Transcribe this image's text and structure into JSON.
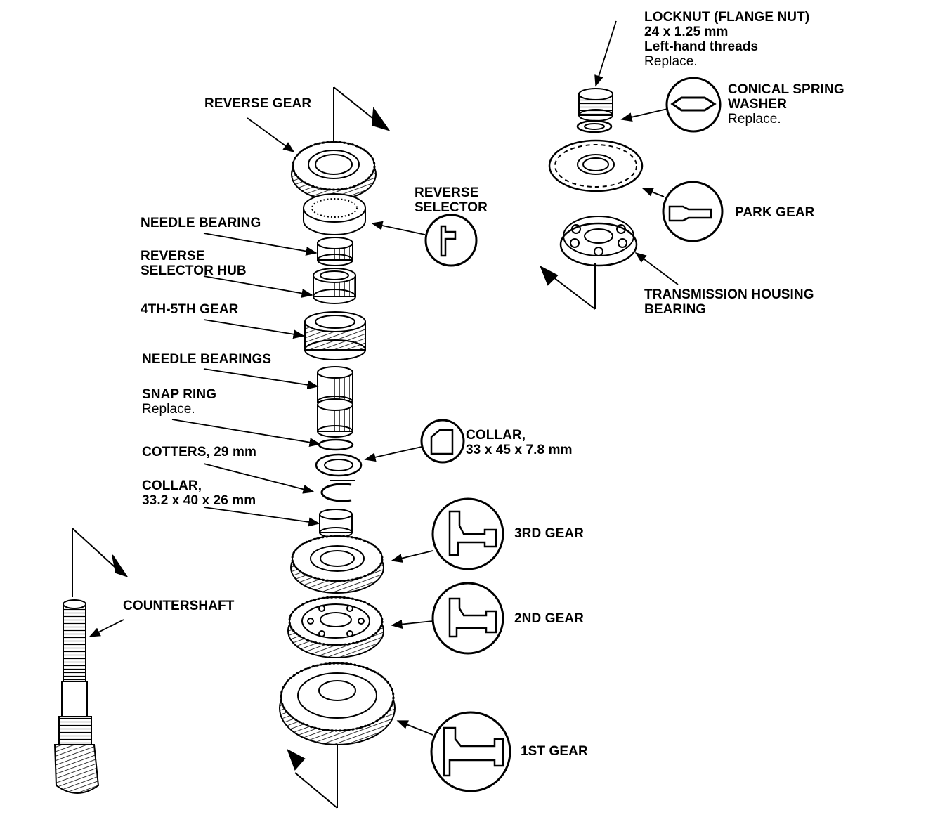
{
  "labels": {
    "locknut": {
      "title": "LOCKNUT (FLANGE NUT)",
      "line2": "24 x 1.25 mm",
      "line3": "Left-hand threads",
      "note": "Replace."
    },
    "conical_spring_washer": {
      "line1": "CONICAL SPRING",
      "line2": "WASHER",
      "note": "Replace."
    },
    "park_gear": {
      "title": "PARK GEAR"
    },
    "transmission_housing_bearing": {
      "line1": "TRANSMISSION HOUSING",
      "line2": "BEARING"
    },
    "reverse_gear": {
      "title": "REVERSE GEAR"
    },
    "reverse_selector": {
      "line1": "REVERSE",
      "line2": "SELECTOR"
    },
    "needle_bearing": {
      "title": "NEEDLE BEARING"
    },
    "reverse_selector_hub": {
      "line1": "REVERSE",
      "line2": "SELECTOR HUB"
    },
    "gear_4th_5th": {
      "title": "4TH-5TH GEAR"
    },
    "needle_bearings": {
      "title": "NEEDLE BEARINGS"
    },
    "snap_ring": {
      "title": "SNAP RING",
      "note": "Replace."
    },
    "collar_33x45": {
      "line1": "COLLAR,",
      "line2": "33 x 45 x 7.8 mm"
    },
    "cotters": {
      "title": "COTTERS, 29 mm"
    },
    "collar_33_2x40": {
      "line1": "COLLAR,",
      "line2": "33.2 x 40 x 26 mm"
    },
    "gear_3rd": {
      "title": "3RD GEAR"
    },
    "countershaft": {
      "title": "COUNTERSHAFT"
    },
    "gear_2nd": {
      "title": "2ND GEAR"
    },
    "gear_1st": {
      "title": "1ST GEAR"
    }
  }
}
